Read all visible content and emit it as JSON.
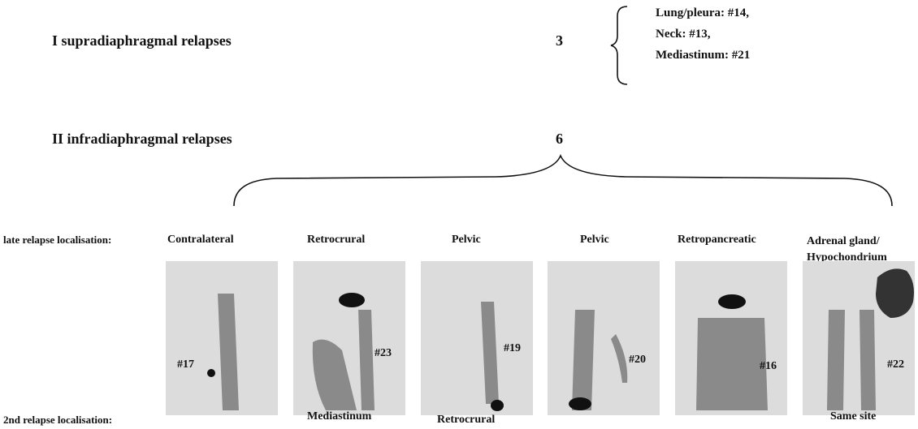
{
  "supra": {
    "label": "I supradiaphragmal relapses",
    "count": "3",
    "sites": [
      "Lung/pleura: #14,",
      "Neck: #13,",
      "Mediastinum: #21"
    ]
  },
  "infra": {
    "label": "II infradiaphragmal relapses",
    "count": "6"
  },
  "rows": {
    "late": "late relapse localisation:",
    "second": "2nd relapse localisation:"
  },
  "panels": [
    {
      "late": "Contralateral",
      "id": "#17",
      "second": ""
    },
    {
      "late": "Retrocrural",
      "id": "#23",
      "second": "Mediastinum"
    },
    {
      "late": "Pelvic",
      "id": "#19",
      "second": "Retrocrural"
    },
    {
      "late": "Pelvic",
      "id": "#20",
      "second": ""
    },
    {
      "late": "Retropancreatic",
      "id": "#16",
      "second": ""
    },
    {
      "late": "Adrenal gland/ Hypochondrium",
      "id": "#22",
      "second": "Same site"
    }
  ]
}
